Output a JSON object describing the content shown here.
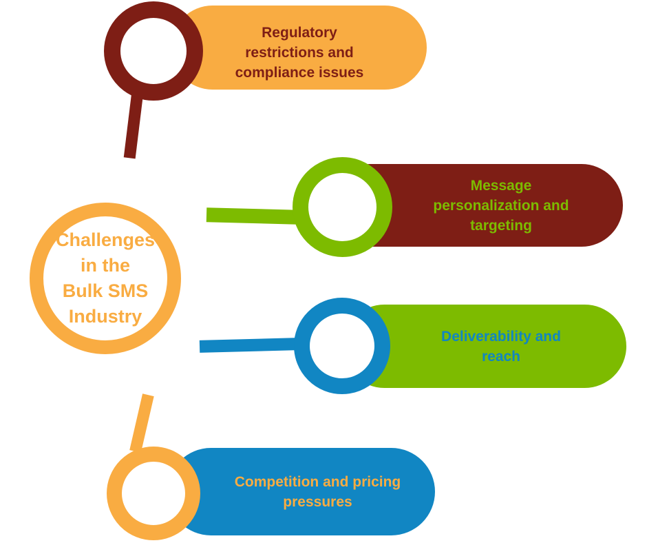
{
  "title": "Challenges in the Bulk SMS Industry infographic",
  "colors": {
    "orange": "#F9AC42",
    "maroon": "#7E1E15",
    "green": "#7DBB00",
    "blue": "#1186C3",
    "background": "#FFFFFF"
  },
  "center": {
    "label": "Challenges\nin the\nBulk SMS\nIndustry"
  },
  "items": [
    {
      "id": "regulatory",
      "label": "Regulatory\nrestrictions and\ncompliance issues",
      "pill_color": "#F9AC42",
      "magnifier_color": "#7E1E15",
      "text_color": "#7E1E15"
    },
    {
      "id": "personalization",
      "label": "Message\npersonalization and\ntargeting",
      "pill_color": "#7E1E15",
      "magnifier_color": "#7DBB00",
      "text_color": "#7DBB00"
    },
    {
      "id": "deliverability",
      "label": "Deliverability and\nreach",
      "pill_color": "#7DBB00",
      "magnifier_color": "#1186C3",
      "text_color": "#1186C3"
    },
    {
      "id": "competition",
      "label": "Competition and pricing\npressures",
      "pill_color": "#1186C3",
      "magnifier_color": "#F9AC42",
      "text_color": "#F9AC42"
    }
  ]
}
